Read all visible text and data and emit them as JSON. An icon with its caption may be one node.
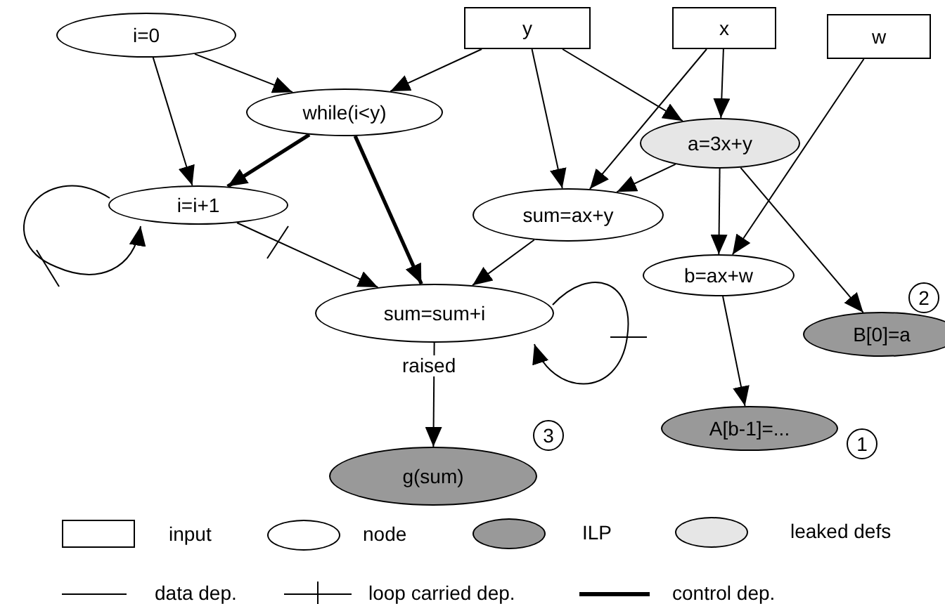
{
  "diagram": {
    "nodes": [
      {
        "text": [
          "i=0"
        ]
      },
      {
        "text": [
          "y"
        ]
      },
      {
        "text": [
          "x"
        ]
      },
      {
        "text": [
          "w"
        ]
      },
      {
        "text": [
          "while(i<y)"
        ]
      },
      {
        "text": [
          "a=3x+y"
        ]
      },
      {
        "text": [
          "i=i+1"
        ]
      },
      {
        "text": [
          "sum=ax+y"
        ]
      },
      {
        "text": [
          "b=ax+w"
        ]
      },
      {
        "text": [
          "sum=sum+i"
        ]
      },
      {
        "text": [
          "B[0]=a"
        ]
      },
      {
        "text": [
          "A[b-1]=..."
        ]
      },
      {
        "text": [
          "g(sum)"
        ]
      }
    ],
    "edges": [
      {
        "from": 0,
        "to": 4,
        "arrow": "to"
      },
      {
        "from": 0,
        "to": 6,
        "arrow": "to"
      },
      {
        "from": 1,
        "to": 4,
        "arrow": "to"
      },
      {
        "from": 1,
        "to": 7,
        "arrow": "to"
      },
      {
        "from": 1,
        "to": 5,
        "arrow": "to"
      },
      {
        "from": 2,
        "to": 7,
        "arrow": "to"
      },
      {
        "from": 2,
        "to": 5,
        "arrow": "to"
      },
      {
        "from": 3,
        "to": 8,
        "arrow": "to"
      },
      {
        "from": 4,
        "to": 6,
        "arrow": "to",
        "style": "thick"
      },
      {
        "from": 4,
        "to": 9,
        "arrow": "to",
        "style": "thick"
      },
      {
        "from": 6,
        "to": 6,
        "arrow": "to"
      },
      {
        "from": 6,
        "to": 9,
        "arrow": "to"
      },
      {
        "from": 5,
        "to": 7,
        "arrow": "to"
      },
      {
        "from": 5,
        "to": 8,
        "arrow": "to"
      },
      {
        "from": 5,
        "to": 10,
        "arrow": "to"
      },
      {
        "from": 7,
        "to": 9,
        "arrow": "to"
      },
      {
        "from": 9,
        "to": 9,
        "arrow": "to"
      },
      {
        "from": 8,
        "to": 11,
        "arrow": "to"
      },
      {
        "from": 9,
        "to": 12,
        "arrow": "to",
        "label": "raised"
      }
    ],
    "labels": [
      "2",
      "3",
      "1"
    ],
    "legend": [
      {
        "text": "input",
        "color": "#ffffff"
      },
      {
        "text": "node",
        "color": "#ffffff"
      },
      {
        "text": "ILP",
        "color": "#999999"
      },
      {
        "text": "leaked defs",
        "color": "#e6e6e6"
      },
      {
        "text": "data dep."
      },
      {
        "text": "loop carried dep."
      },
      {
        "text": "control dep."
      }
    ]
  }
}
